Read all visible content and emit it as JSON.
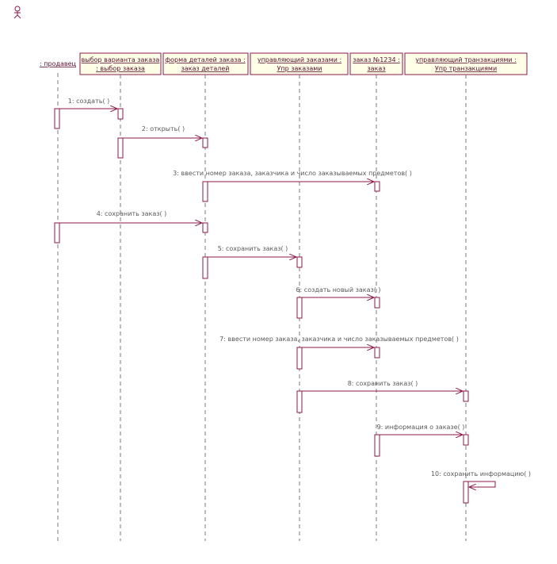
{
  "colors": {
    "line": "#8b1a4a",
    "lifeline": "#7a7a7a",
    "box_fill": "#ffffe8",
    "text": "#5a5a5a",
    "header_text": "#5a1030"
  },
  "actor": {
    "icon": "actor-icon",
    "label": ": продавец"
  },
  "objects": [
    {
      "line1": "выбор варианта заказа",
      "line2": ": выбор заказа"
    },
    {
      "line1": "форма деталей заказа :",
      "line2": "заказ деталей"
    },
    {
      "line1": "управляющий заказами :",
      "line2": "Упр заказами"
    },
    {
      "line1": "заказ №1234 :",
      "line2": "заказ"
    },
    {
      "line1": "управляющий транзакциями :",
      "line2": "Упр транзакциями"
    }
  ],
  "messages": [
    {
      "from": 0,
      "to": 1,
      "label": "1: создать( )"
    },
    {
      "from": 1,
      "to": 2,
      "label": "2: открыть( )"
    },
    {
      "from": 2,
      "to": 4,
      "label": "3: ввести номер заказа, заказчика и число заказываемых предметов( )"
    },
    {
      "from": 0,
      "to": 2,
      "label": "4: сохранить заказ( )"
    },
    {
      "from": 2,
      "to": 3,
      "label": "5: сохранить заказ( )"
    },
    {
      "from": 3,
      "to": 4,
      "label": "6: создать новый заказ( )"
    },
    {
      "from": 3,
      "to": 4,
      "label": "7: ввести номер заказа, заказчика и число заказываемых предметов( )"
    },
    {
      "from": 3,
      "to": 5,
      "label": "8: сохранить заказ( )"
    },
    {
      "from": 4,
      "to": 5,
      "label": "9: информация о заказе( )"
    },
    {
      "from": 5,
      "to": 5,
      "label": "10: сохранить информацию( )"
    }
  ]
}
